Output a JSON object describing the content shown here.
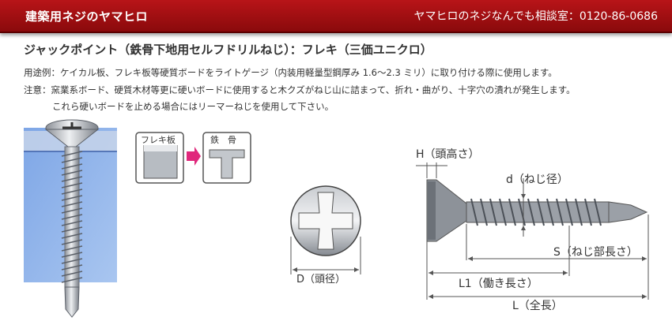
{
  "header": {
    "brand": "建築用ネジのヤマヒロ",
    "contact": "ヤマヒロのネジなんでも相談室：0120-86-0686"
  },
  "product": {
    "title": "ジャックポイント（鉄骨下地用セルフドリルねじ）：フレキ（三価ユニクロ）",
    "usage": "用途例：ケイカル板、フレキ板等硬質ボードをライトゲージ（内装用軽量型鋼厚み 1.6～2.3 ミリ）に取り付ける際に使用します。",
    "caution": "注意：窯業系ボード、硬質木材等更に硬いボードに使用すると木クズがねじ山に詰まって、折れ・曲がり、十字穴の潰れが発生します。",
    "caution_note": "これら硬いボードを止める場合にはリーマーねじを使用して下さい。"
  },
  "diagram": {
    "material_from": "フレキ板",
    "material_to": "鉄　骨",
    "head_diameter": "D（頭径）",
    "head_height": "H（頭高さ）",
    "thread_diameter": "d（ねじ径）",
    "thread_length": "S（ねじ部長さ）",
    "working_length": "L1（働き長さ）",
    "total_length": "L（全長）"
  },
  "colors": {
    "header_red": "#b81418",
    "arrow_pink": "#e0287c",
    "board_blue": "#8fb4ea"
  }
}
